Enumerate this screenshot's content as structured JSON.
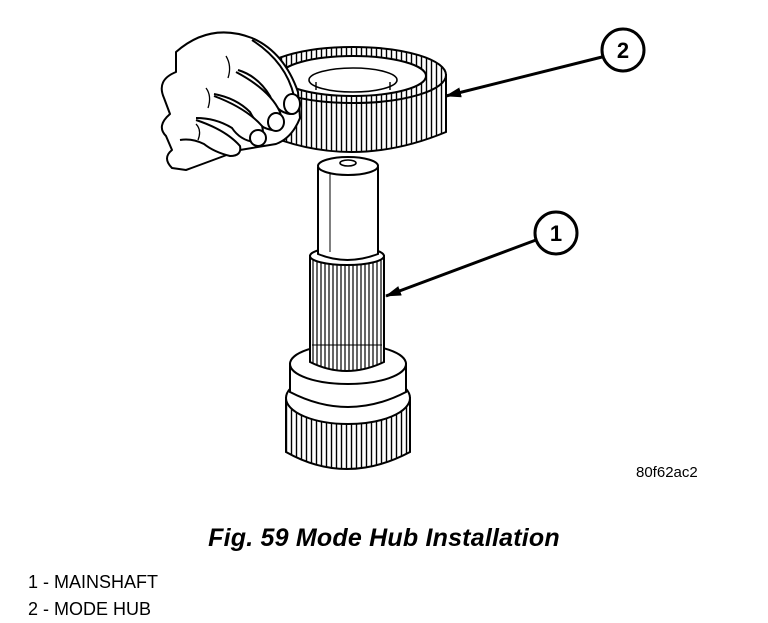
{
  "figure": {
    "callouts": [
      {
        "number": "1"
      },
      {
        "number": "2"
      }
    ],
    "image_code": "80f62ac2"
  },
  "caption": "Fig. 59 Mode Hub Installation",
  "legend": {
    "items": [
      "1 - MAINSHAFT",
      "2 - MODE HUB"
    ]
  }
}
